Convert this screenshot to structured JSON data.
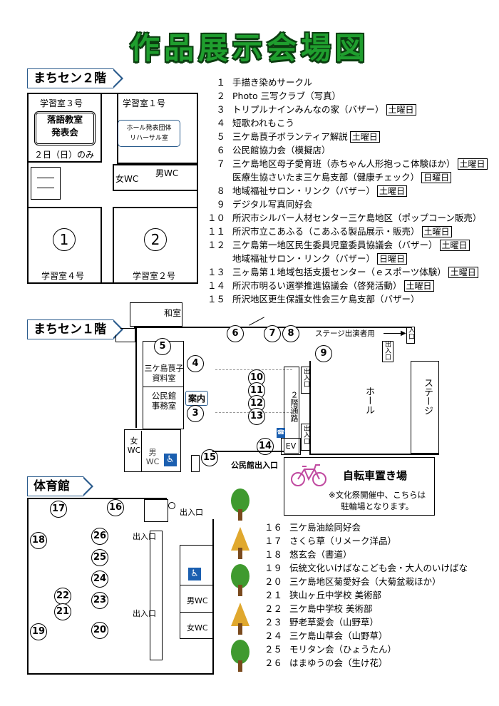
{
  "title": "作品展示会場図",
  "floor2": {
    "banner": "まちセン２階",
    "room3": "学習室３号",
    "room1": "学習室１号",
    "rakugo": "落語教室\n発表会",
    "rakugo_note": "２日（日）のみ",
    "rehearsal": "ホール発表団体\nリハーサル室",
    "wc_f": "女WC",
    "wc_m": "男WC",
    "room4": "学習室４号",
    "room2": "学習室２号",
    "num1": "1",
    "num2": "2"
  },
  "floor2_list": [
    {
      "n": "１",
      "text": "手描き染めサークル",
      "day": ""
    },
    {
      "n": "２",
      "text": "Photo 三写クラブ（写真）",
      "day": ""
    },
    {
      "n": "３",
      "text": "トリプルナインみんなの家（バザー）",
      "day": "土曜日"
    },
    {
      "n": "４",
      "text": "短歌われもこう",
      "day": ""
    },
    {
      "n": "５",
      "text": "三ケ島茛子ボランティア解説",
      "day": "土曜日"
    },
    {
      "n": "６",
      "text": "公民館協力会（模擬店）",
      "day": ""
    },
    {
      "n": "７",
      "text": "三ケ島地区母子愛育班（赤ちゃん人形抱っこ体験ほか）",
      "day": "土曜日"
    },
    {
      "n": "",
      "text": "医療生協さいたま三ケ島支部（健康チェック）",
      "day": "日曜日"
    },
    {
      "n": "８",
      "text": "地域福祉サロン・リンク（バザー）",
      "day": "土曜日"
    },
    {
      "n": "９",
      "text": "デジタル写真同好会",
      "day": ""
    },
    {
      "n": "１０",
      "text": "所沢市シルバー人材センター三ケ島地区（ポップコーン販売）",
      "day": ""
    },
    {
      "n": "１１",
      "text": "所沢市立こあふる（こあふる製品展示・販売）",
      "day": "土曜日"
    },
    {
      "n": "１２",
      "text": "三ケ島第一地区民生委員児童委員協議会（バザー）",
      "day": "土曜日"
    },
    {
      "n": "",
      "text": "地域福祉サロン・リンク（バザー）",
      "day": "日曜日"
    },
    {
      "n": "１３",
      "text": "三ヶ島第１地域包括支援センター（ｅスポーツ体験）",
      "day": "土曜日"
    },
    {
      "n": "１４",
      "text": "所沢市明るい選挙推進協議会（啓発活動）",
      "day": "土曜日"
    },
    {
      "n": "１５",
      "text": "所沢地区更生保護女性会三ケ島支部（バザー）",
      "day": ""
    }
  ],
  "floor1": {
    "banner": "まちセン１階",
    "washitsu": "和室",
    "stage_entrance": "ステージ出演者用",
    "exit": "出入口",
    "shiryo": "三ケ島茛子\n資料室",
    "jimusho": "公民館\n事務室",
    "annai": "案内",
    "hall": "ホール",
    "stage": "ステージ",
    "stairs": "２階通路",
    "wc_f": "女\nWC",
    "wc_m": "男\nWC",
    "ev": "EV",
    "main_exit": "公民館出入口",
    "exit_small": "出入口",
    "exit_mark": "入口"
  },
  "bike": {
    "title": "自転車置き場",
    "note": "※文化祭開催中、こちらは\n駐輪場となります。"
  },
  "gym": {
    "banner": "体育館",
    "exit": "出入口",
    "wc_m": "男WC",
    "wc_f": "女WC"
  },
  "gym_list": [
    {
      "n": "１６",
      "text": "三ケ島油絵同好会"
    },
    {
      "n": "１７",
      "text": "さくら草（リメーク洋品）"
    },
    {
      "n": "１８",
      "text": "悠玄会（書道）"
    },
    {
      "n": "１９",
      "text": "伝統文化いけばなこども会・大人のいけばな"
    },
    {
      "n": "２０",
      "text": "三ケ島地区菊愛好会（大菊盆栽ほか）"
    },
    {
      "n": "２１",
      "text": "狭山ヶ丘中学校 美術部"
    },
    {
      "n": "２２",
      "text": "三ケ島中学校 美術部"
    },
    {
      "n": "２３",
      "text": "野老草愛会（山野草）"
    },
    {
      "n": "２４",
      "text": "三ケ島山草会（山野草）"
    },
    {
      "n": "２５",
      "text": "モリタン会（ひょうたん）"
    },
    {
      "n": "２６",
      "text": "はまゆうの会（生け花）"
    }
  ],
  "nums": {
    "n3": "3",
    "n4": "4",
    "n5": "5",
    "n6": "6",
    "n7": "7",
    "n8": "8",
    "n9": "9",
    "n10": "10",
    "n11": "11",
    "n12": "12",
    "n13": "13",
    "n14": "14",
    "n15": "15",
    "n16": "16",
    "n17": "17",
    "n18": "18",
    "n19": "19",
    "n20": "20",
    "n21": "21",
    "n22": "22",
    "n23": "23",
    "n24": "24",
    "n25": "25",
    "n26": "26"
  },
  "colors": {
    "title": "#1f9e2e",
    "banner_border": "#2a5b8c",
    "tree_green": "#3f9a2f",
    "tree_yellow": "#e0a82e"
  }
}
